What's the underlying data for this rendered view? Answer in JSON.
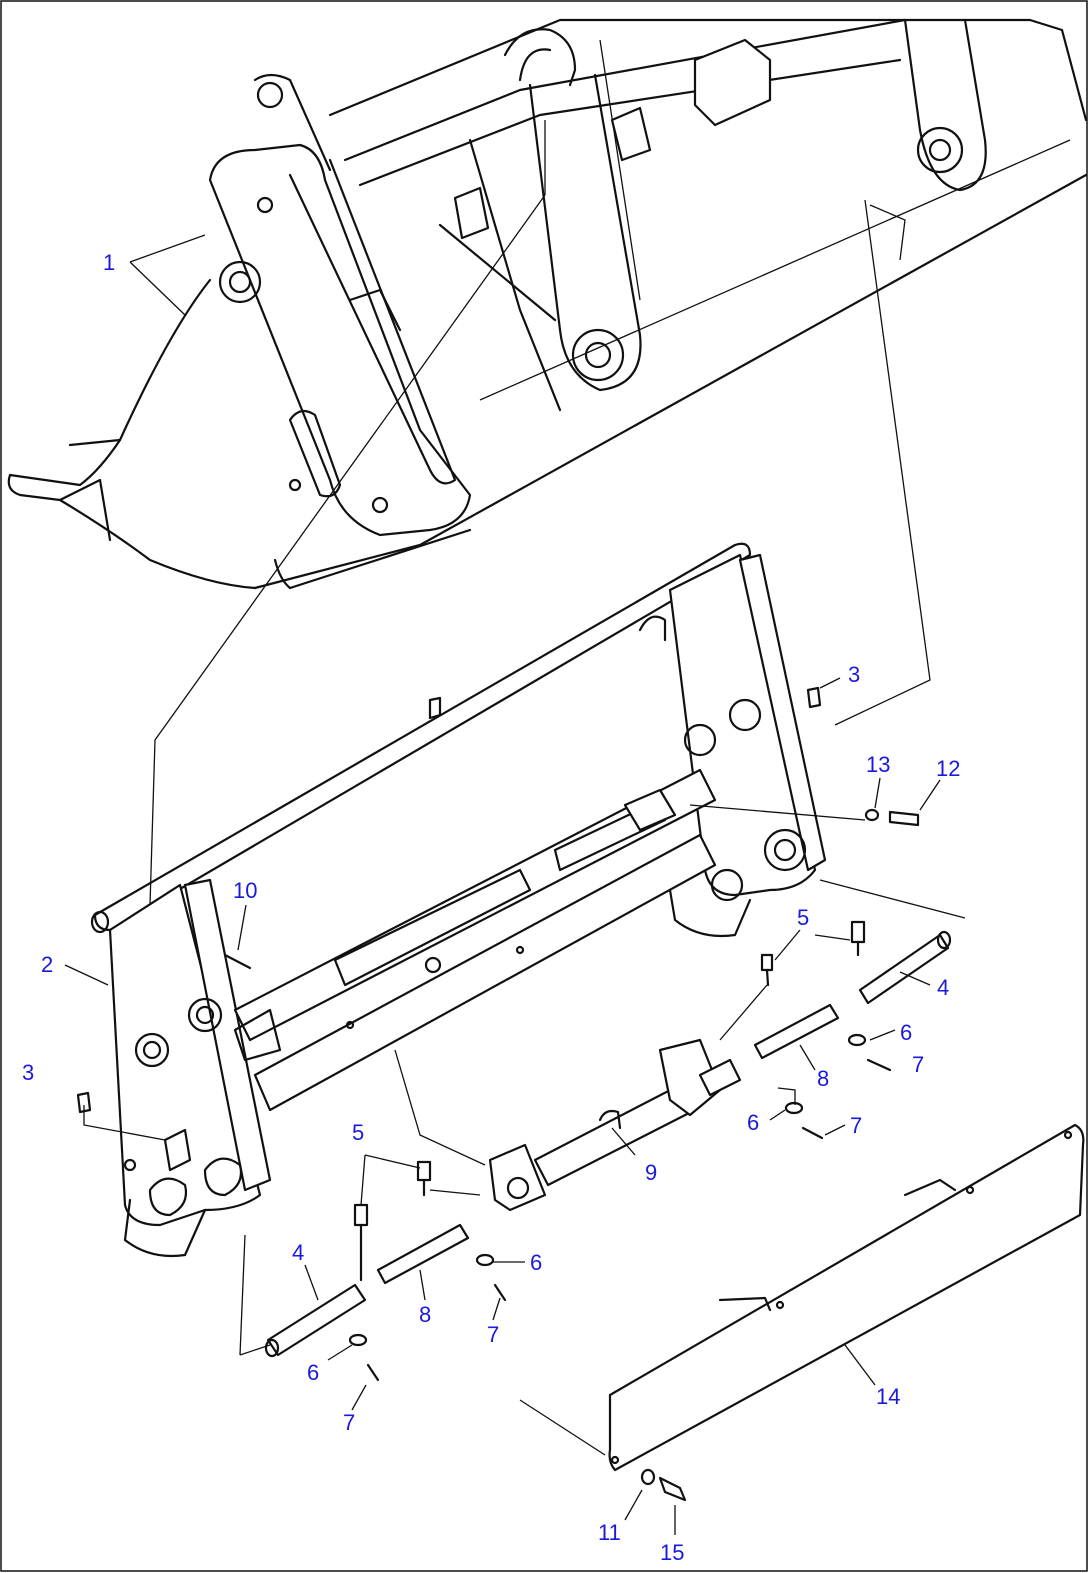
{
  "diagram": {
    "callouts": [
      {
        "id": "c1",
        "text": "1"
      },
      {
        "id": "c2",
        "text": "2"
      },
      {
        "id": "c3a",
        "text": "3"
      },
      {
        "id": "c3b",
        "text": "3"
      },
      {
        "id": "c4a",
        "text": "4"
      },
      {
        "id": "c4b",
        "text": "4"
      },
      {
        "id": "c5a",
        "text": "5"
      },
      {
        "id": "c5b",
        "text": "5"
      },
      {
        "id": "c6a",
        "text": "6"
      },
      {
        "id": "c6b",
        "text": "6"
      },
      {
        "id": "c6c",
        "text": "6"
      },
      {
        "id": "c6d",
        "text": "6"
      },
      {
        "id": "c7a",
        "text": "7"
      },
      {
        "id": "c7b",
        "text": "7"
      },
      {
        "id": "c7c",
        "text": "7"
      },
      {
        "id": "c7d",
        "text": "7"
      },
      {
        "id": "c8a",
        "text": "8"
      },
      {
        "id": "c8b",
        "text": "8"
      },
      {
        "id": "c9",
        "text": "9"
      },
      {
        "id": "c10",
        "text": "10"
      },
      {
        "id": "c11",
        "text": "11"
      },
      {
        "id": "c12",
        "text": "12"
      },
      {
        "id": "c13",
        "text": "13"
      },
      {
        "id": "c14",
        "text": "14"
      },
      {
        "id": "c15",
        "text": "15"
      }
    ],
    "colors": {
      "callout": "#1a1adc",
      "line": "#111111",
      "background": "#ffffff"
    }
  }
}
